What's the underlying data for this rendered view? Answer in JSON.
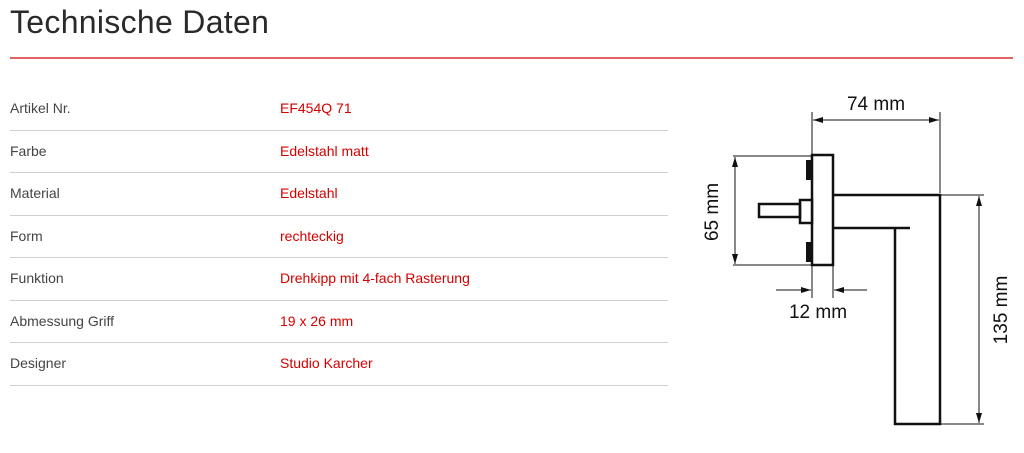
{
  "header": {
    "title": "Technische Daten"
  },
  "specs": [
    {
      "label": "Artikel Nr.",
      "value": "EF454Q 71"
    },
    {
      "label": "Farbe",
      "value": "Edelstahl matt"
    },
    {
      "label": "Material",
      "value": "Edelstahl"
    },
    {
      "label": "Form",
      "value": "rechteckig"
    },
    {
      "label": "Funktion",
      "value": "Drehkipp mit 4-fach Rasterung"
    },
    {
      "label": "Abmessung Griff",
      "value": "19 x 26 mm"
    },
    {
      "label": "Designer",
      "value": "Studio Karcher"
    }
  ],
  "diagram": {
    "width_label": "74 mm",
    "rose_height_label": "65 mm",
    "rose_depth_label": "12 mm",
    "length_label": "135 mm"
  },
  "colors": {
    "accent": "#d40000",
    "rule": "#e06464"
  }
}
